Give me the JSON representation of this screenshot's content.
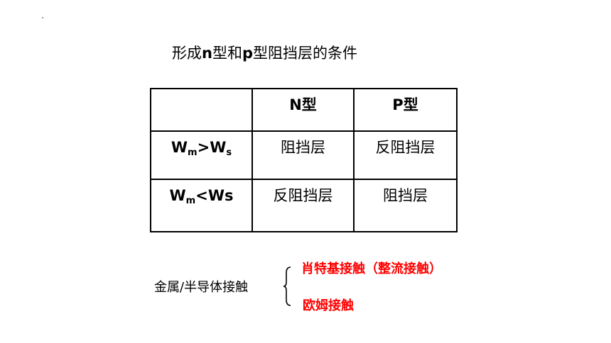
{
  "title": {
    "part1": "形成",
    "n": "n",
    "part2": "型和",
    "p": "p",
    "part3": "型阻挡层的条件"
  },
  "table": {
    "header": [
      "",
      "N型",
      "P型"
    ],
    "rows": [
      {
        "cond_w": "W",
        "cond_sub1": "m",
        "cond_op": ">W",
        "cond_sub2": "s",
        "n_type": "阻挡层",
        "p_type": "反阻挡层"
      },
      {
        "cond_w": "W",
        "cond_sub1": "m",
        "cond_rest": "<Ws",
        "n_type": "反阻挡层",
        "p_type": "阻挡层"
      }
    ]
  },
  "contact": {
    "label": "金属/半导体接触",
    "options": [
      "肖特基接触（整流接触）",
      "欧姆接触"
    ]
  },
  "colors": {
    "accent": "#ff0000",
    "text": "#000000"
  }
}
